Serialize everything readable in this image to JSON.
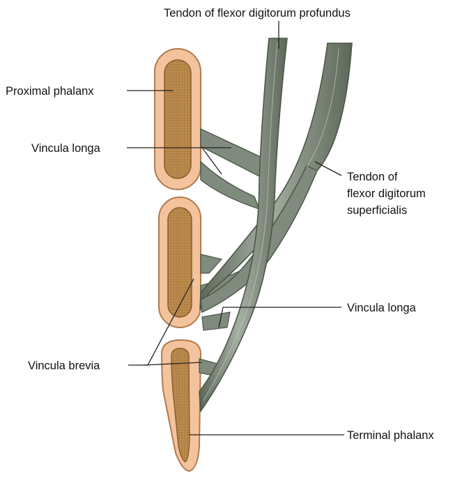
{
  "labels": {
    "fdp_tendon": "Tendon of flexor digitorum profundus",
    "proximal_phalanx": "Proximal phalanx",
    "vincula_longa_upper": "Vincula longa",
    "fds_tendon_line1": "Tendon of",
    "fds_tendon_line2": "flexor digitorum",
    "fds_tendon_line3": "superficialis",
    "vincula_longa_lower": "Vincula longa",
    "vincula_brevia": "Vincula brevia",
    "terminal_phalanx": "Terminal phalanx"
  },
  "colors": {
    "bone_outer": "#f2c39d",
    "bone_outline": "#b07a4e",
    "bone_marrow": "#b8874a",
    "tendon_fill": "#7f8b7c",
    "tendon_edge": "#4c5649",
    "tendon_highlight": "#a8b3a5"
  }
}
